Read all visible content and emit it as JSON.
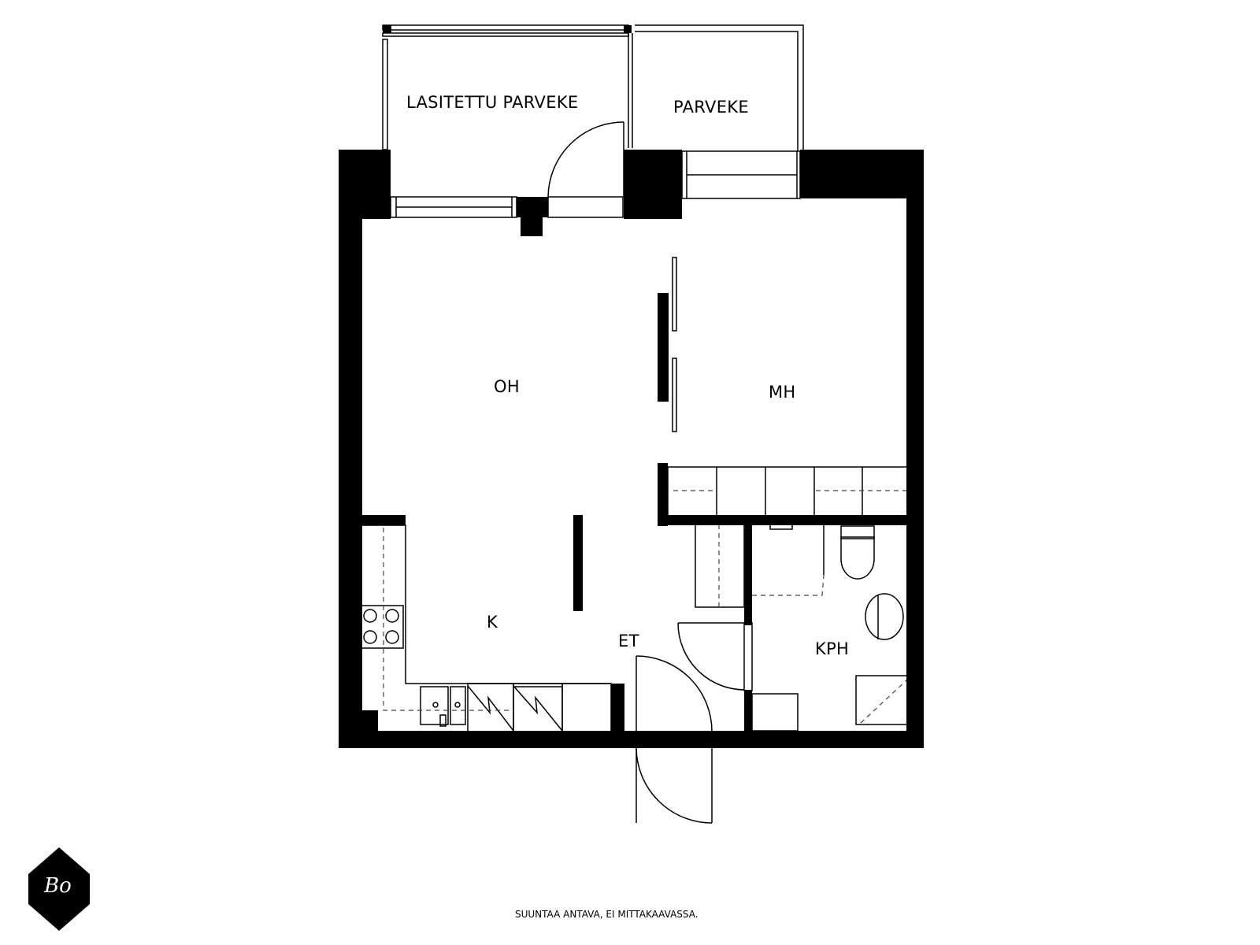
{
  "plan": {
    "rooms": [
      {
        "id": "lasitettu-parveke",
        "label": "LASITETTU PARVEKE"
      },
      {
        "id": "parveke",
        "label": "PARVEKE"
      },
      {
        "id": "oh",
        "label": "OH"
      },
      {
        "id": "mh",
        "label": "MH"
      },
      {
        "id": "k",
        "label": "K"
      },
      {
        "id": "et",
        "label": "ET"
      },
      {
        "id": "kph",
        "label": "KPH"
      }
    ],
    "colors": {
      "wall": "#000000",
      "line": "#000000",
      "background": "#ffffff",
      "dash": "#444444"
    }
  },
  "footer": {
    "note": "SUUNTAA ANTAVA, EI MITTAKAAVASSA.",
    "logo_text": "Bo"
  }
}
